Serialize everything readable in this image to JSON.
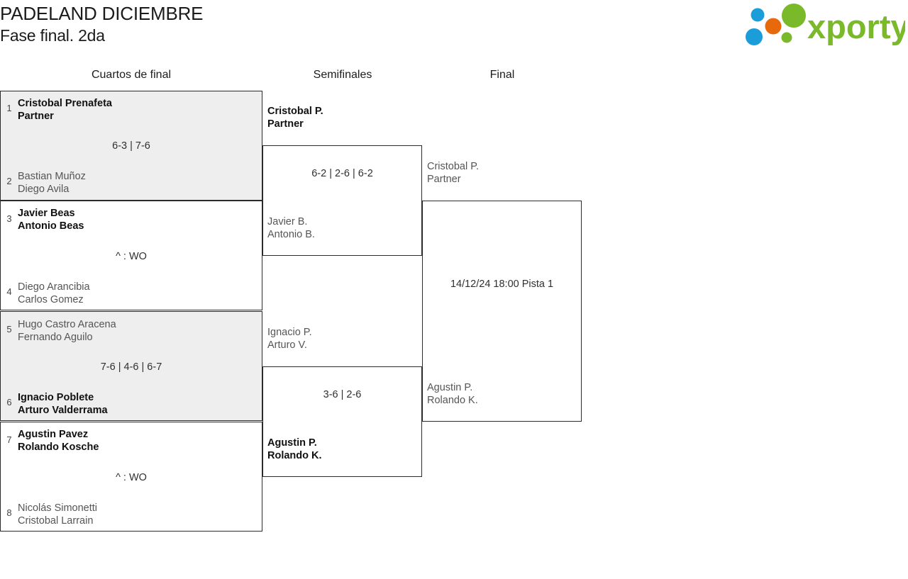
{
  "header": {
    "tournament": "PADELAND DICIEMBRE",
    "phase": "Fase final. 2da",
    "logo_text": "xporty",
    "logo_colors": {
      "green": "#7ab929",
      "orange": "#e8690b",
      "blue": "#1b9dd9"
    }
  },
  "rounds": [
    {
      "key": "qf",
      "label": "Cuartos de final"
    },
    {
      "key": "sf",
      "label": "Semifinales"
    },
    {
      "key": "final",
      "label": "Final"
    }
  ],
  "quarterfinals": [
    {
      "id": "qf1",
      "shaded": true,
      "result": "6-3 | 7-6",
      "top": {
        "seed": "1",
        "p1": "Cristobal Prenafeta",
        "p2": "Partner",
        "outcome": "winner"
      },
      "bottom": {
        "seed": "2",
        "p1": "Bastian Muñoz",
        "p2": "Diego Avila",
        "outcome": "loser"
      }
    },
    {
      "id": "qf2",
      "shaded": false,
      "result": "^ : WO",
      "top": {
        "seed": "3",
        "p1": "Javier Beas",
        "p2": "Antonio Beas",
        "outcome": "winner"
      },
      "bottom": {
        "seed": "4",
        "p1": "Diego Arancibia",
        "p2": "Carlos Gomez",
        "outcome": "loser"
      }
    },
    {
      "id": "qf3",
      "shaded": true,
      "result": "7-6 | 4-6 | 6-7",
      "top": {
        "seed": "5",
        "p1": "Hugo Castro Aracena",
        "p2": "Fernando Aguilo",
        "outcome": "loser"
      },
      "bottom": {
        "seed": "6",
        "p1": "Ignacio Poblete",
        "p2": "Arturo Valderrama",
        "outcome": "winner"
      }
    },
    {
      "id": "qf4",
      "shaded": false,
      "result": "^ : WO",
      "top": {
        "seed": "7",
        "p1": "Agustin Pavez",
        "p2": "Rolando Kosche",
        "outcome": "winner"
      },
      "bottom": {
        "seed": "8",
        "p1": "Nicolás Simonetti",
        "p2": "Cristobal Larrain",
        "outcome": "loser"
      }
    }
  ],
  "semifinals": [
    {
      "id": "sf1",
      "result": "6-2 | 2-6 | 6-2",
      "top": {
        "p1": "Cristobal P.",
        "p2": "Partner",
        "outcome": "winner"
      },
      "bottom": {
        "p1": "Javier B.",
        "p2": "Antonio B.",
        "outcome": "loser"
      }
    },
    {
      "id": "sf2",
      "result": "3-6 | 2-6",
      "top": {
        "p1": "Ignacio P.",
        "p2": "Arturo V.",
        "outcome": "loser"
      },
      "bottom": {
        "p1": "Agustin P.",
        "p2": "Rolando K.",
        "outcome": "winner"
      }
    }
  ],
  "final": {
    "id": "final1",
    "schedule": "14/12/24 18:00 Pista 1",
    "top": {
      "p1": "Cristobal P.",
      "p2": "Partner",
      "outcome": "pending"
    },
    "bottom": {
      "p1": "Agustin P.",
      "p2": "Rolando K.",
      "outcome": "pending"
    }
  }
}
